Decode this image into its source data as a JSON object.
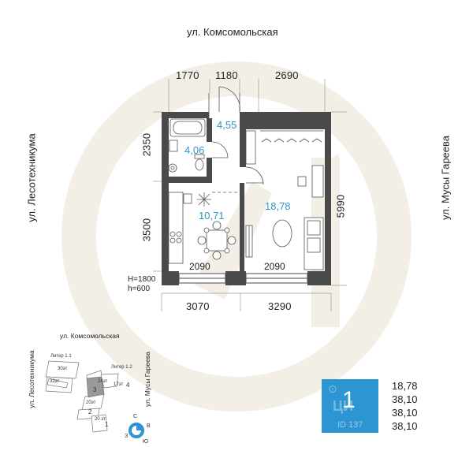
{
  "streets": {
    "top": "ул. Комсомольская",
    "left": "ул. Лесотехникума",
    "right": "ул. Мусы Гареева"
  },
  "dimensions": {
    "top_1": "1770",
    "top_2": "1180",
    "top_3": "2690",
    "left_upper": "2350",
    "left_lower": "3500",
    "right": "5990",
    "bottom_1": "3070",
    "bottom_2": "3290",
    "inner_left": "2090",
    "inner_right": "2090",
    "window_h": "H=1800",
    "window_sill": "h=600"
  },
  "rooms": {
    "hall": "4,55",
    "bathroom": "4,06",
    "kitchen": "10,71",
    "living": "18,78"
  },
  "site_map": {
    "street_top": "ул. Комсомольская",
    "street_left": "ул. Лесотехникума",
    "street_right": "ул. Мусы Гареева",
    "liter_1_1": "Литер 1.1",
    "liter_1_2": "Литер 1.2",
    "floors_30": "30эт",
    "floors_32": "32эт",
    "floors_24": "24эт",
    "floors_17": "17эт",
    "floors_20a": "20эт",
    "floors_20b": "20 эт",
    "section_3": "3",
    "section_4": "4",
    "section_2": "2",
    "section_1": "1",
    "compass_n": "С",
    "compass_e": "В",
    "compass_s": "Ю",
    "compass_w": "З"
  },
  "badge": {
    "rooms_count": "1",
    "watermark": "ЦИ",
    "id_text": "ID 137",
    "pin_icon": "location-pin-icon"
  },
  "areas": {
    "living_area": "18,78",
    "total_area_1": "38,10",
    "total_area_2": "38,10",
    "total_area_3": "38,10"
  },
  "colors": {
    "wall": "#4a4a4a",
    "accent": "#2d95d1",
    "watermark": "#f1ece1"
  }
}
